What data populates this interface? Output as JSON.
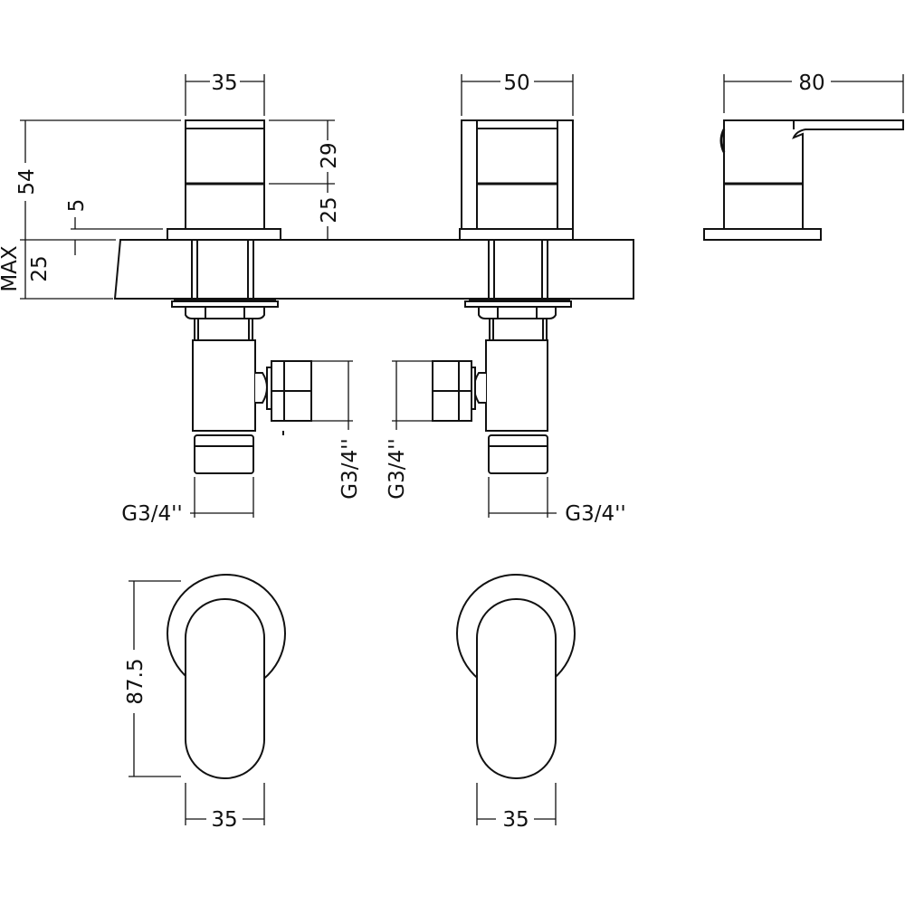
{
  "dimensions": {
    "top_left_width": "35",
    "top_mid_width": "50",
    "side_length": "80",
    "overall_height": "54",
    "upper_height": "29",
    "lower_height": "25",
    "flange_height": "5",
    "max_label": "MAX",
    "max_thickness": "25",
    "connector_left_bottom": "G3/4''",
    "connector_left_side": "G3/4''",
    "connector_right_side": "G3/4''",
    "connector_right_bottom": "G3/4''",
    "front_height": "87.5",
    "front_left_width": "35",
    "front_right_width": "35"
  },
  "colors": {
    "line": "#111111",
    "background": "#ffffff"
  }
}
